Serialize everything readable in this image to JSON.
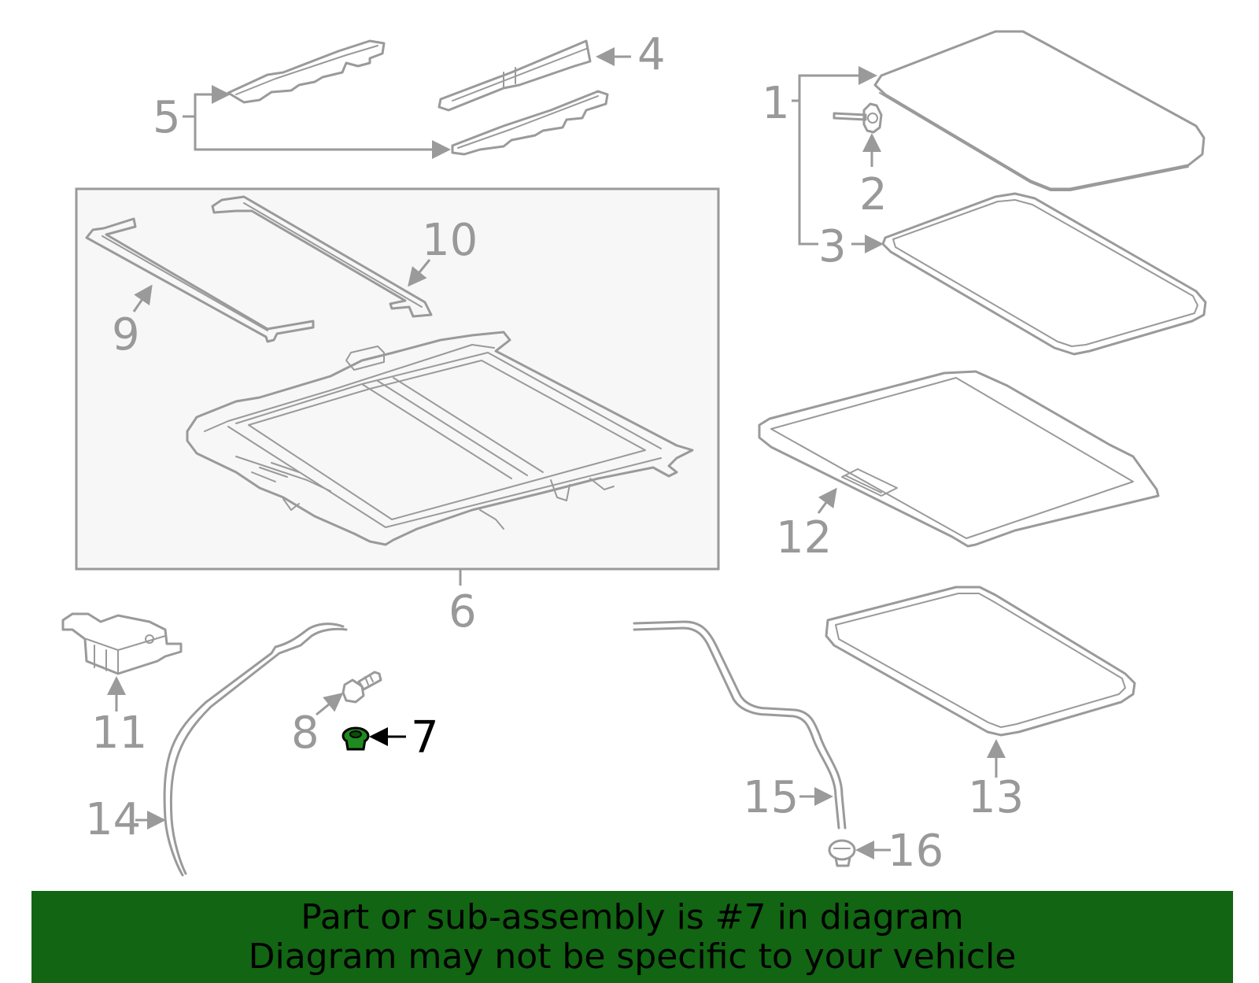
{
  "diagram": {
    "callouts": {
      "c1": "1",
      "c2": "2",
      "c3": "3",
      "c4": "4",
      "c5": "5",
      "c6": "6",
      "c7": "7",
      "c8": "8",
      "c9": "9",
      "c10": "10",
      "c11": "11",
      "c12": "12",
      "c13": "13",
      "c14": "14",
      "c15": "15",
      "c16": "16"
    },
    "highlighted_part": "7",
    "colors": {
      "line": "#9a9a9a",
      "assembly_box_fill": "#f7f7f7",
      "highlight_fill": "#1f8a1f",
      "banner": "#126512",
      "banner_text": "#000000"
    }
  },
  "banner": {
    "line1": "Part or sub-assembly is #7 in diagram",
    "line2": "Diagram may not be specific to your vehicle"
  }
}
